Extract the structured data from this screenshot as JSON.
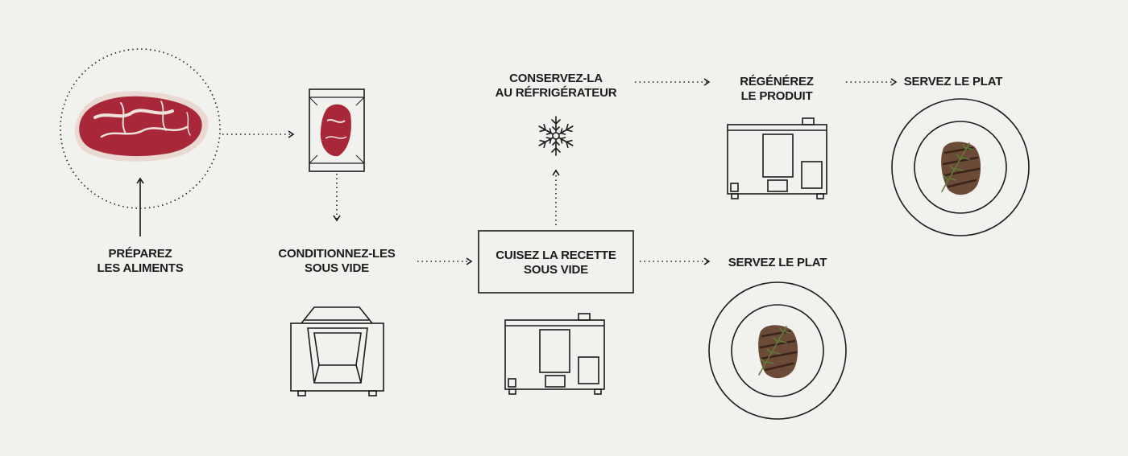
{
  "steps": {
    "prepare": {
      "line1": "PRÉPAREZ",
      "line2": "LES ALIMENTS"
    },
    "package": {
      "line1": "CONDITIONNEZ-LES",
      "line2": "SOUS VIDE"
    },
    "cook": {
      "line1": "CUISEZ LA RECETTE",
      "line2": "SOUS VIDE"
    },
    "store": {
      "line1": "CONSERVEZ-LA",
      "line2": "AU RÉFRIGÉRATEUR"
    },
    "regenerate": {
      "line1": "RÉGÉNÉREZ",
      "line2": "LE PRODUIT"
    },
    "serve_direct": {
      "label": "SERVEZ LE PLAT"
    },
    "serve_after_regen": {
      "label": "SERVEZ LE PLAT"
    }
  },
  "colors": {
    "background": "#f1f1ee",
    "line": "#1c1c1c",
    "meat_red": "#a8283a",
    "meat_fat": "#efe2dc",
    "grilled": "#6b4a38",
    "rosemary": "#5f7a3a"
  },
  "icons": [
    "raw-steak-photo",
    "vacuum-pack-icon",
    "vacuum-sealer-machine-icon",
    "combi-oven-icon",
    "snowflake-icon",
    "plated-steak-icon"
  ]
}
